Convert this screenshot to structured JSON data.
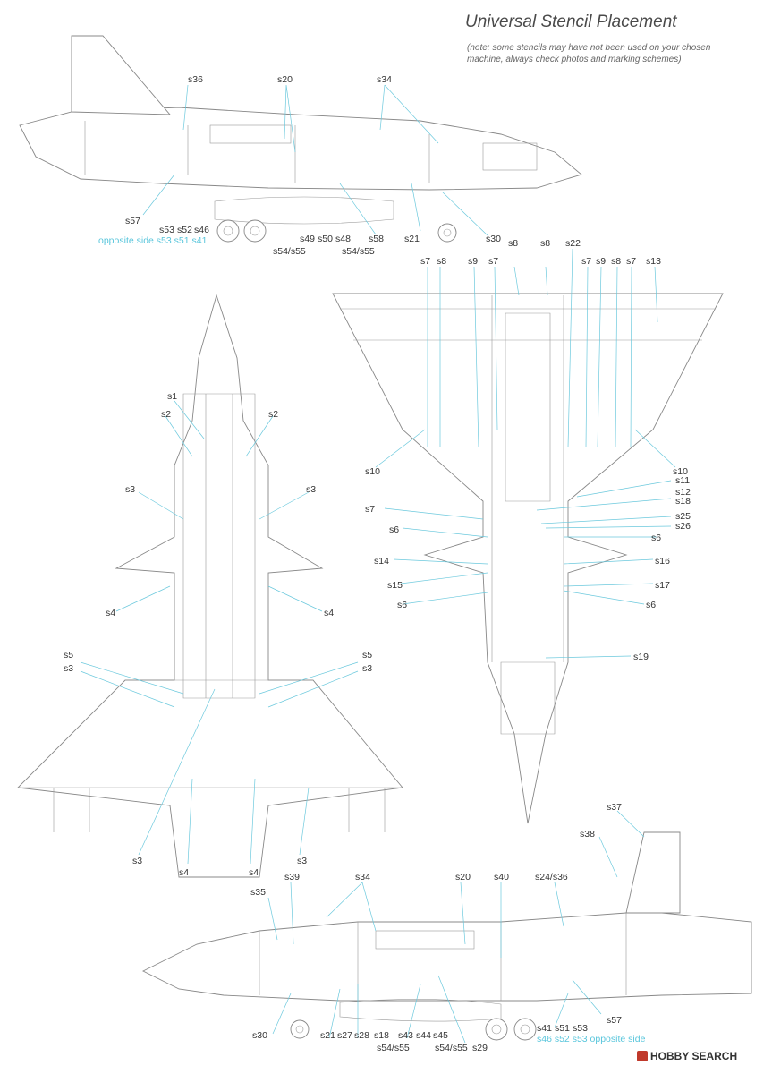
{
  "header": {
    "title": "Universal Stencil Placement",
    "note": "(note: some stencils may have not been used on your chosen machine, always check photos and marking schemes)"
  },
  "side_view_top": {
    "labels": [
      "s36",
      "s20",
      "s34",
      "s57",
      "s53",
      "s52",
      "s46",
      "s49",
      "s50",
      "s48",
      "s58",
      "s21",
      "s30",
      "s54/s55",
      "s54/s55"
    ],
    "opposite_side": "opposite side  s53 s51 s41"
  },
  "top_view": {
    "labels": [
      "s1",
      "s2",
      "s2",
      "s3",
      "s3",
      "s4",
      "s4",
      "s5",
      "s3",
      "s5",
      "s3",
      "s3",
      "s4",
      "s4",
      "s3"
    ]
  },
  "bottom_view": {
    "labels": [
      "s7",
      "s8",
      "s9",
      "s7",
      "s8",
      "s8",
      "s22",
      "s7",
      "s9",
      "s8",
      "s7",
      "s13",
      "s10",
      "s10",
      "s11",
      "s12",
      "s18",
      "s7",
      "s25",
      "s26",
      "s6",
      "s6",
      "s14",
      "s16",
      "s15",
      "s17",
      "s6",
      "s6",
      "s19"
    ]
  },
  "side_view_bottom": {
    "labels": [
      "s37",
      "s38",
      "s39",
      "s34",
      "s20",
      "s40",
      "s24/s36",
      "s35",
      "s57",
      "s30",
      "s21",
      "s27",
      "s28",
      "s18",
      "s43",
      "s44",
      "s45",
      "s41",
      "s51",
      "s53",
      "s54/s55",
      "s54/s55",
      "s29"
    ],
    "opposite_side": "s46 s52 s53 opposite side"
  },
  "footer": {
    "logo": "HOBBY SEARCH"
  },
  "colors": {
    "callout": "#59c6dc",
    "outline": "#888888"
  }
}
